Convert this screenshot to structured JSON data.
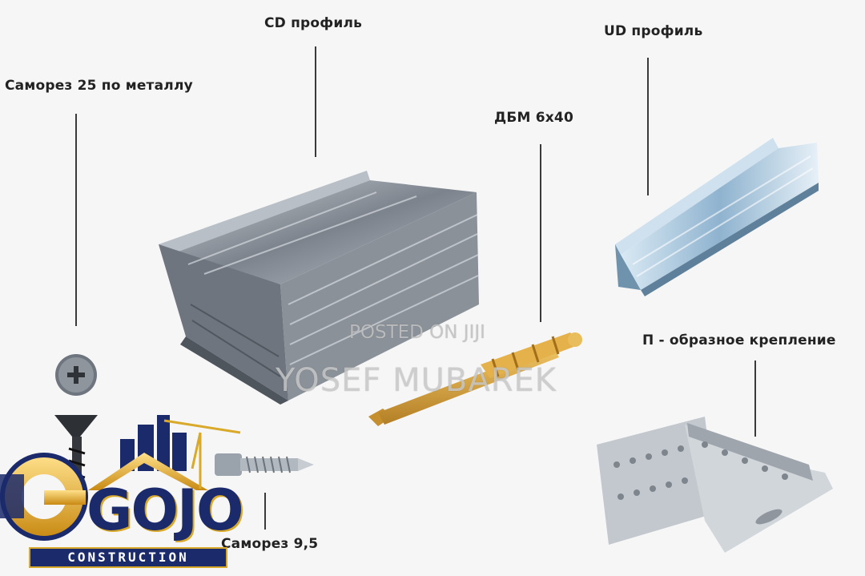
{
  "labels": {
    "cd_profile": "CD профиль",
    "ud_profile": "UD профиль",
    "screw_25": "Саморез 25 по металлу",
    "dbm": "ДБМ 6x40",
    "p_bracket": "П - образное крепление",
    "screw_95": "Саморез 9,5"
  },
  "watermark": {
    "line1": "POSTED ON JIJI",
    "line2": "YOSEF MUBAREK"
  },
  "brand": {
    "name": "GOJO",
    "tagline": "CONSTRUCTION"
  },
  "colors": {
    "background": "#f6f6f6",
    "steel": "#9aa2ab",
    "steel_dark": "#5d646d",
    "galvanized": "#a9c6dc",
    "dowel": "#d9a441",
    "brand_blue": "#1b2a6b",
    "brand_gold": "#d9a92a"
  }
}
